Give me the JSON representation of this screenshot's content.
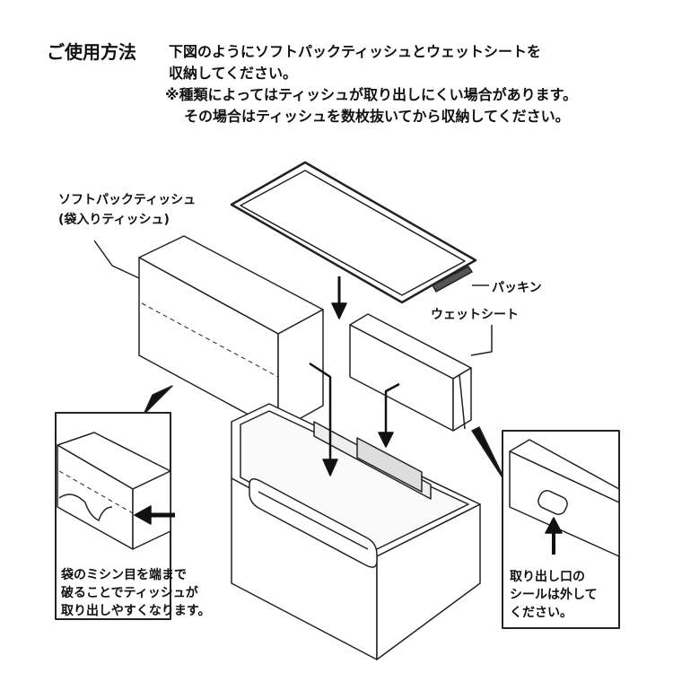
{
  "header": {
    "title": "ご使用方法",
    "lines": [
      "下図のようにソフトパックティッシュとウェットシートを",
      "収納してください。",
      "※種類によってはティッシュが取り出しにくい場合があります。",
      "その場合はティッシュを数枚抜いてから収納してください。"
    ]
  },
  "labels": {
    "soft_pack": [
      "ソフトパックティッシュ",
      "(袋入りティッシュ)"
    ],
    "packing": "パッキン",
    "wet_sheet": "ウェットシート"
  },
  "insets": {
    "left": [
      "袋のミシン目を端まで",
      "破ることでティッシュが",
      "取り出しやすくなります。"
    ],
    "right": [
      "取り出し口の",
      "シールは外して",
      "ください。"
    ]
  }
}
